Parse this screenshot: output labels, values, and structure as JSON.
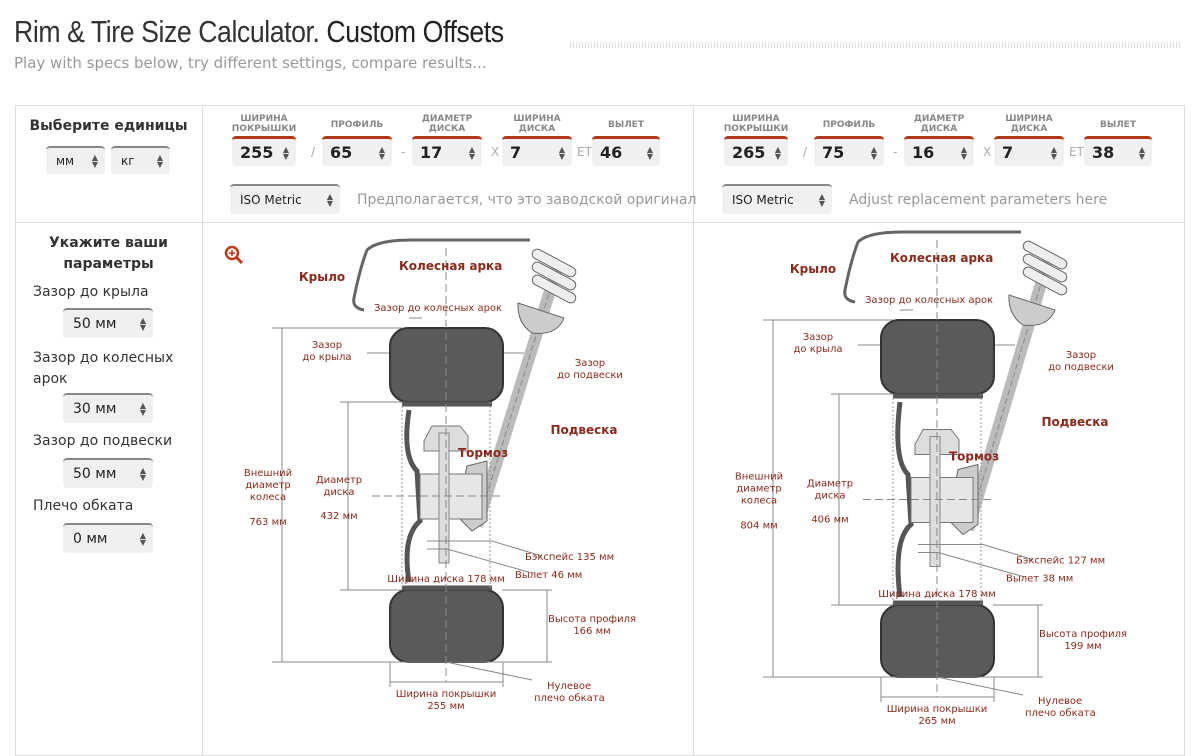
{
  "header": {
    "title_main": "Rim & Tire Size Calculator.",
    "title_accent": "Custom Offsets",
    "subtitle": "Play with specs below, try different settings, compare results..."
  },
  "units": {
    "heading": "Выберите единицы",
    "length": "мм",
    "weight": "кг"
  },
  "params": {
    "heading": "Укажите ваши параметры",
    "fender_label": "Зазор до крыла",
    "fender_value": "50 мм",
    "arch_label": "Зазор до колесных арок",
    "arch_value": "30 мм",
    "susp_label": "Зазор до подвески",
    "susp_value": "50 мм",
    "scrub_label": "Плечо обката",
    "scrub_value": "0 мм"
  },
  "field_labels": {
    "tire_width": "ШИРИНА ПОКРЫШКИ",
    "profile": "ПРОФИЛЬ",
    "rim_diameter": "ДИАМЕТР ДИСКА",
    "rim_width": "ШИРИНА ДИСКА",
    "offset": "ВЫЛЕТ",
    "sep_slash": "/",
    "sep_dash": "-",
    "sep_x": "X",
    "sep_et": "ET"
  },
  "original": {
    "tire_width": "255",
    "profile": "65",
    "rim_diameter": "17",
    "rim_width": "7",
    "offset": "46",
    "standard": "ISO Metric",
    "hint": "Предполагается, что это заводской оригинал"
  },
  "replacement": {
    "tire_width": "265",
    "profile": "75",
    "rim_diameter": "16",
    "rim_width": "7",
    "offset": "38",
    "standard": "ISO Metric",
    "hint": "Adjust replacement parameters here"
  },
  "diagram_labels": {
    "fender": "Крыло",
    "arch": "Колесная арка",
    "arch_gap": "Зазор до колесных арок",
    "fender_gap1": "Зазор",
    "fender_gap2": "до крыла",
    "susp_gap1": "Зазор",
    "susp_gap2": "до подвески",
    "suspension": "Подвеска",
    "brake": "Тормоз",
    "outer1": "Внешний",
    "outer2": "диаметр",
    "outer3": "колеса",
    "rimdia1": "Диаметр",
    "rimdia2": "диска",
    "profile_h": "Высота профиля",
    "scrub1": "Нулевое",
    "scrub2": "плечо обката",
    "tirew": "Ширина покрышки"
  },
  "diagram_left": {
    "outer_dia": "763 мм",
    "rim_dia": "432 мм",
    "backspace": "Бэкспейс 135 мм",
    "offset": "Вылет 46 мм",
    "rim_width": "Ширина диска 178 мм",
    "profile_h": "166 мм",
    "tire_width": "255 мм"
  },
  "diagram_right": {
    "outer_dia": "804 мм",
    "rim_dia": "406 мм",
    "backspace": "Бэкспейс 127 мм",
    "offset": "Вылет 38 мм",
    "rim_width": "Ширина диска 178 мм",
    "profile_h": "199 мм",
    "tire_width": "265 мм"
  },
  "colors": {
    "accent": "#b33a1c",
    "label": "#8b2a1a"
  }
}
